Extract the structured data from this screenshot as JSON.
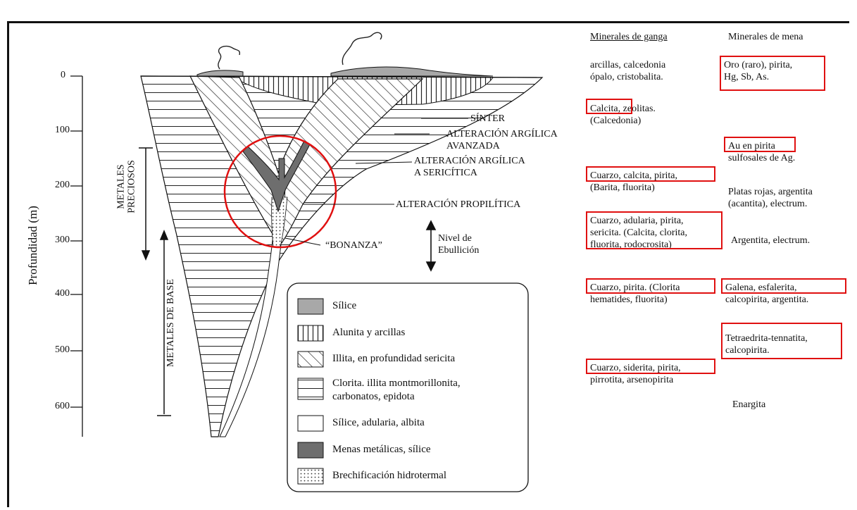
{
  "axis": {
    "label": "Profundidad (m)",
    "ticks": [
      "0",
      "100",
      "200",
      "300",
      "400",
      "500",
      "600"
    ]
  },
  "ranges": {
    "precious": "METALES\nPRECIOSOS",
    "base": "METALES DE BASE"
  },
  "labels": {
    "sinter": "SÍNTER",
    "arg_avanzada_1": "ALTERACIÓN ARGÍLICA",
    "arg_avanzada_2": "AVANZADA",
    "arg_sericitica_1": "ALTERACIÓN ARGÍLICA",
    "arg_sericitica_2": "A SERICÍTICA",
    "propilitica": "ALTERACIÓN PROPILÍTICA",
    "bonanza": "“BONANZA”",
    "ebullicion_1": "Nivel de",
    "ebullicion_2": "Ebullición"
  },
  "legend": [
    {
      "key": "silice",
      "label": "Sílice"
    },
    {
      "key": "alunita",
      "label": "Alunita y arcillas"
    },
    {
      "key": "illita",
      "label": "Illita, en profundidad sericita"
    },
    {
      "key": "clorita",
      "label": "Clorita. illita montmorillonita,\ncarbonatos, epidota"
    },
    {
      "key": "adularia",
      "label": "Sílice, adularia, albita"
    },
    {
      "key": "menas",
      "label": "Menas metálicas, sílice"
    },
    {
      "key": "brechificacion",
      "label": "Brechificación hidrotermal"
    }
  ],
  "columns": {
    "ganga_header": "Minerales de ganga",
    "mena_header": "Minerales de mena"
  },
  "ganga": [
    "arcillas, calcedonia\nópalo, cristobalita.",
    "Calcita, zeolitas.\n(Calcedonia)",
    "Cuarzo, calcita, pirita,\n(Barita, fluorita)",
    "Cuarzo, adularia, pirita,\nsericita. (Calcita, clorita,\nfluorita, rodocrosita)",
    "Cuarzo, pirita. (Clorita\nhematides, fluorita)",
    "Cuarzo, siderita, pirita,\npirrotita, arsenopirita"
  ],
  "mena": [
    "Oro (raro), pirita,\nHg, Sb, As.",
    "Au en pirita\nsulfosales de Ag.",
    "Platas rojas, argentita\n(acantita), electrum.",
    "Argentita, electrum.",
    "Galena, esfalerita,\ncalcopirita, argentita.",
    "Tetraedrita-tennatita,\ncalcopirita.",
    "Enargita"
  ],
  "colors": {
    "highlight": "#e01010",
    "silice_fill": "#a8a8a8",
    "menas_fill": "#6e6e6e",
    "frame": "#111111"
  }
}
